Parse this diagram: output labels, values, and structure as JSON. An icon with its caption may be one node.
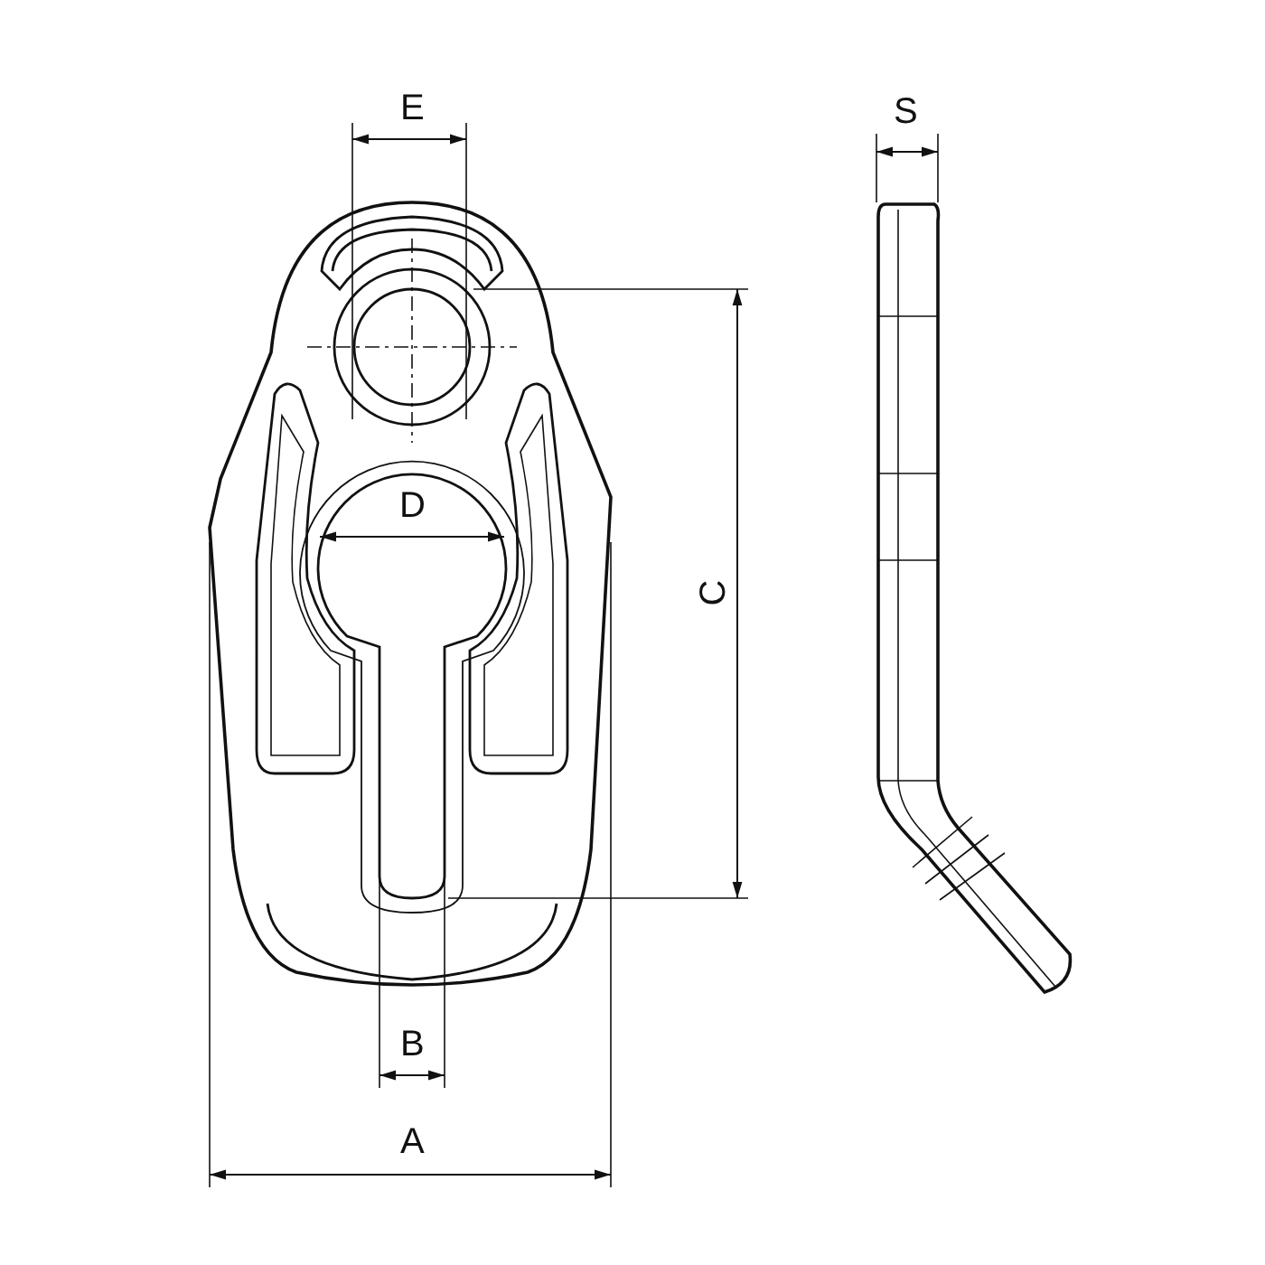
{
  "diagram": {
    "labels": [
      "E",
      "S",
      "D",
      "C",
      "B",
      "A"
    ]
  }
}
